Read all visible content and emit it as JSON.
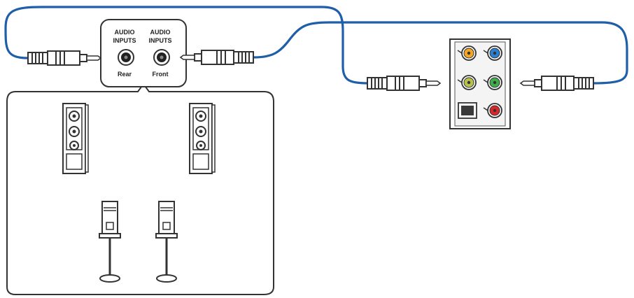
{
  "speaker_panel": {
    "rear_jack": {
      "label_line1": "AUDIO",
      "label_line2": "INPUTS",
      "position": "Rear"
    },
    "front_jack": {
      "label_line1": "AUDIO",
      "label_line2": "INPUTS",
      "position": "Front"
    }
  },
  "io_panel": {
    "jacks": [
      {
        "name": "orange-jack",
        "color": "#f5a623"
      },
      {
        "name": "blue-jack",
        "color": "#2b7fd1"
      },
      {
        "name": "lime-jack",
        "color": "#b8c24a"
      },
      {
        "name": "green-jack",
        "color": "#3fae49"
      },
      {
        "name": "optical-port",
        "color": "#3a3a3a"
      },
      {
        "name": "red-jack",
        "color": "#d9262a"
      }
    ]
  },
  "colors": {
    "cable": "#1f5ea8",
    "outline": "#333333"
  },
  "icons": [
    "speaker-tower-icon",
    "satellite-speaker-icon",
    "audio-plug-icon",
    "audio-jack-icon"
  ]
}
